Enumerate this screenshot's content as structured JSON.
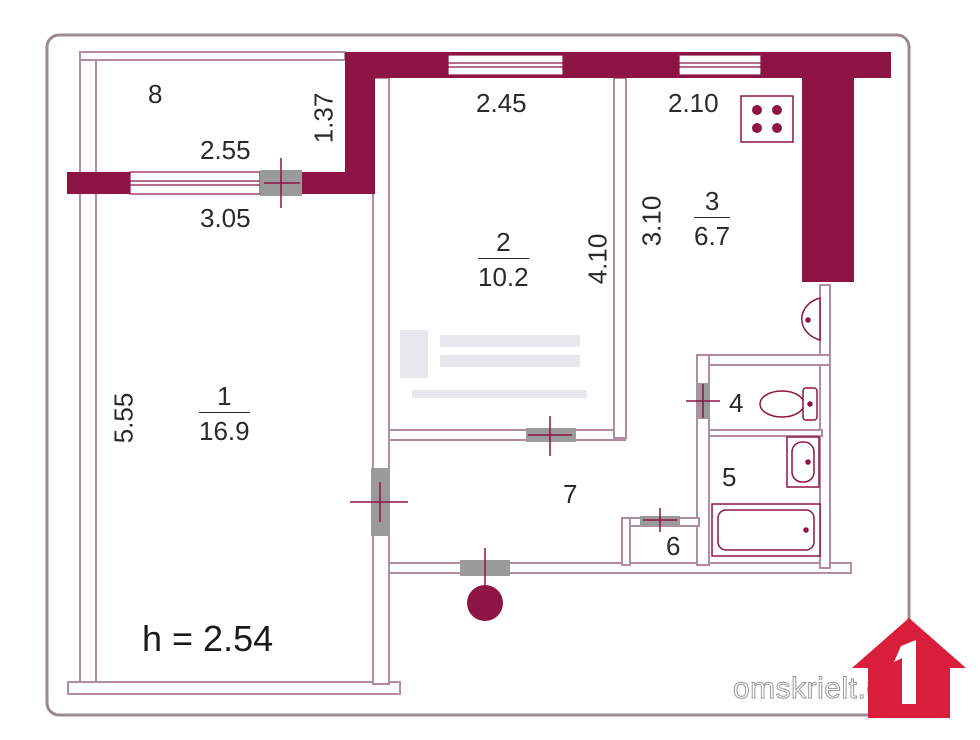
{
  "rooms": [
    {
      "number": "1",
      "area": "16.9"
    },
    {
      "number": "2",
      "area": "10.2"
    },
    {
      "number": "3",
      "area": "6.7"
    },
    {
      "number": "4"
    },
    {
      "number": "5"
    },
    {
      "number": "6"
    },
    {
      "number": "7"
    },
    {
      "number": "8"
    }
  ],
  "dimensions": {
    "balcony_width_top": "2.55",
    "balcony_width_bottom": "3.05",
    "balcony_depth": "1.37",
    "room2_width": "2.45",
    "room2_length": "4.10",
    "kitchen_width": "2.10",
    "kitchen_length": "3.10",
    "room1_length": "5.55"
  },
  "ceiling_height": "h = 2.54",
  "watermark": "omskrielt.com",
  "logo": {
    "digit": "1"
  },
  "colors": {
    "wall": "#8e1446",
    "thin_wall": "#c4a3b2",
    "logo": "#d81e3a",
    "door": "#9a9a9a"
  }
}
